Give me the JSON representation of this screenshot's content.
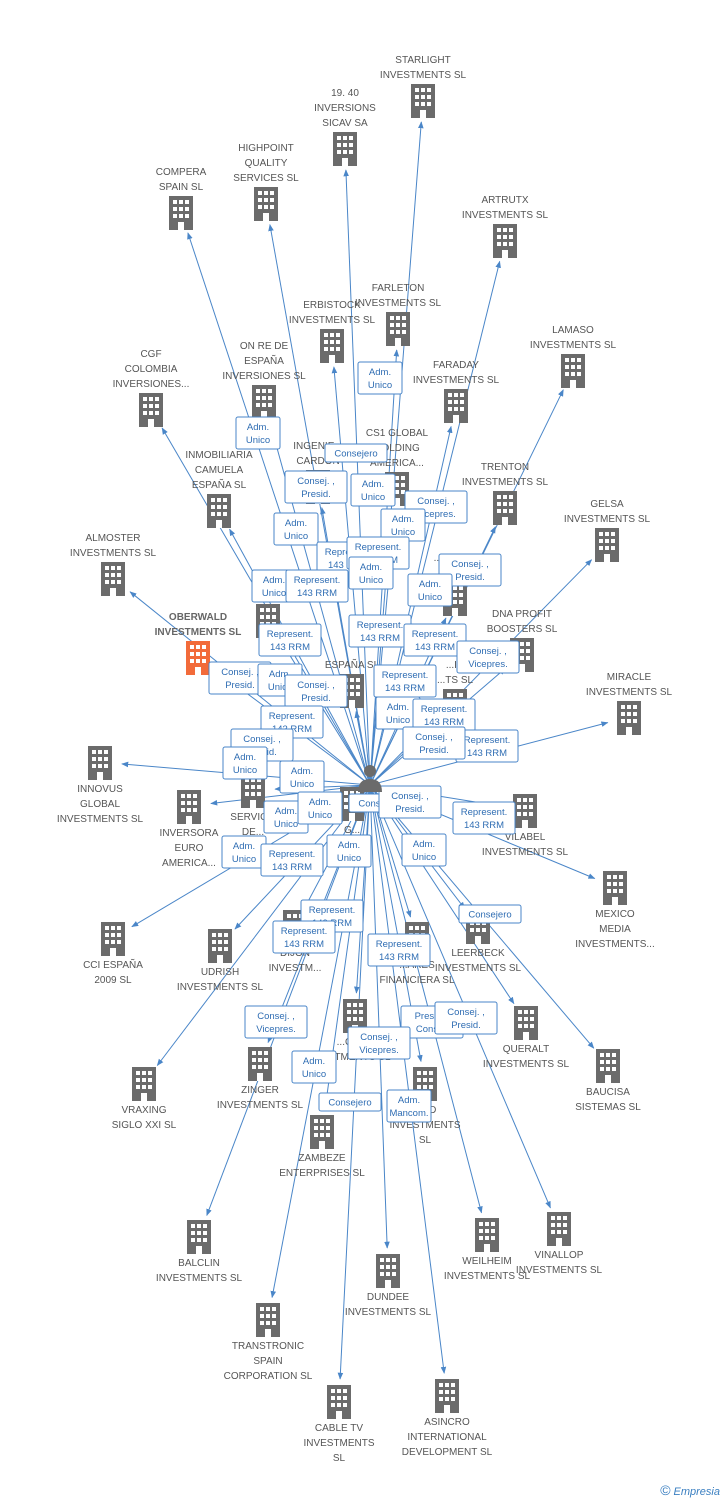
{
  "colors": {
    "edge": "#4a86c8",
    "building": "#6b6b6b",
    "building_focus": "#f26b3a",
    "person": "#6b6b6b"
  },
  "brand": {
    "copyright_symbol": "©",
    "name": "Empresia"
  },
  "center_person": {
    "icon": "person-icon"
  },
  "companies": [
    {
      "id": "starlight",
      "lines": [
        "STARLIGHT",
        "INVESTMENTS SL"
      ]
    },
    {
      "id": "inversions1940",
      "lines": [
        "19. 40",
        "INVERSIONS",
        "SICAV SA"
      ]
    },
    {
      "id": "highpoint",
      "lines": [
        "HIGHPOINT",
        "QUALITY",
        "SERVICES SL"
      ]
    },
    {
      "id": "compera",
      "lines": [
        "COMPERA",
        "SPAIN SL"
      ]
    },
    {
      "id": "artrutx",
      "lines": [
        "ARTRUTX",
        "INVESTMENTS SL"
      ]
    },
    {
      "id": "farleton",
      "lines": [
        "FARLETON",
        "INVESTMENTS SL"
      ]
    },
    {
      "id": "erbistock",
      "lines": [
        "ERBISTOCK",
        "INVESTMENTS SL"
      ]
    },
    {
      "id": "lamaso",
      "lines": [
        "LAMASO",
        "INVESTMENTS SL"
      ]
    },
    {
      "id": "cgf",
      "lines": [
        "CGF",
        "COLOMBIA",
        "INVERSIONES..."
      ]
    },
    {
      "id": "onre",
      "lines": [
        "ON RE DE",
        "ESPAÑA",
        "INVERSIONES SL"
      ]
    },
    {
      "id": "faraday",
      "lines": [
        "FARADAY",
        "INVESTMENTS SL"
      ]
    },
    {
      "id": "inmobiliaria",
      "lines": [
        "INMOBILIARIA",
        "CAMUELA",
        "ESPAÑA  SL"
      ]
    },
    {
      "id": "ingenieria",
      "lines": [
        "INGENIE...",
        "CARDON"
      ]
    },
    {
      "id": "cs1",
      "lines": [
        "CS1 GLOBAL",
        "HOLDING",
        "AMERICA..."
      ]
    },
    {
      "id": "trenton",
      "lines": [
        "TRENTON",
        "INVESTMENTS SL"
      ]
    },
    {
      "id": "gelsa",
      "lines": [
        "GELSA",
        "INVESTMENTS SL"
      ]
    },
    {
      "id": "almoster",
      "lines": [
        "ALMOSTER",
        "INVESTMENTS SL"
      ]
    },
    {
      "id": "oberwald",
      "lines": [
        "OBERWALD",
        "INVESTMENTS SL"
      ]
    },
    {
      "id": "sumy",
      "lines": [
        "SUMY",
        "IN..."
      ]
    },
    {
      "id": "carlton",
      "lines": [
        "...ARLON",
        "...ESTM..."
      ]
    },
    {
      "id": "dnaprofit",
      "lines": [
        "DNA PROFIT",
        "BOOSTERS SL"
      ]
    },
    {
      "id": "miracle",
      "lines": [
        "MIRACLE",
        "INVESTMENTS SL"
      ]
    },
    {
      "id": "espana",
      "lines": [
        "ESPAÑA SL"
      ]
    },
    {
      "id": "ic",
      "lines": [
        "...IC",
        "...TS SL"
      ]
    },
    {
      "id": "innovus",
      "lines": [
        "INNOVUS",
        "GLOBAL",
        "INVESTMENTS SL"
      ]
    },
    {
      "id": "inversora",
      "lines": [
        "INVERSORA",
        "EURO",
        "AMERICA..."
      ]
    },
    {
      "id": "servic",
      "lines": [
        "SERVIC...",
        "DE..."
      ]
    },
    {
      "id": "g",
      "lines": [
        "G...",
        "G..."
      ]
    },
    {
      "id": "vilabel",
      "lines": [
        "VILABEL",
        "INVESTMENTS SL"
      ]
    },
    {
      "id": "mexico",
      "lines": [
        "MEXICO",
        "MEDIA",
        "INVESTMENTS..."
      ]
    },
    {
      "id": "cci",
      "lines": [
        "CCI ESPAÑA",
        "2009 SL"
      ]
    },
    {
      "id": "udrish",
      "lines": [
        "UDRISH",
        "INVESTMENTS SL"
      ]
    },
    {
      "id": "dijon",
      "lines": [
        "DIJON",
        "INVESTM..."
      ]
    },
    {
      "id": "leerbeck",
      "lines": [
        "LEERBECK",
        "INVESTMENTS SL"
      ]
    },
    {
      "id": "ares",
      "lines": [
        "...ARES",
        "FINANCIERA SL"
      ]
    },
    {
      "id": "queralt",
      "lines": [
        "QUERALT",
        "INVESTMENTS SL"
      ]
    },
    {
      "id": "baucisa",
      "lines": [
        "BAUCISA",
        "SISTEMAS SL"
      ]
    },
    {
      "id": "vraxing",
      "lines": [
        "VRAXING",
        "SIGLO XXI SL"
      ]
    },
    {
      "id": "zinger",
      "lines": [
        "ZINGER",
        "INVESTMENTS SL"
      ]
    },
    {
      "id": "olsen",
      "lines": [
        "...OLS...",
        "...STMENTS SL"
      ]
    },
    {
      "id": "aud",
      "lines": [
        "...UD",
        "INVESTMENTS",
        "SL"
      ]
    },
    {
      "id": "zambeze",
      "lines": [
        "ZAMBEZE",
        "ENTERPRISES SL"
      ]
    },
    {
      "id": "balclin",
      "lines": [
        "BALCLIN",
        "INVESTMENTS SL"
      ]
    },
    {
      "id": "weilheim",
      "lines": [
        "WEILHEIM",
        "INVESTMENTS SL"
      ]
    },
    {
      "id": "vinallop",
      "lines": [
        "VINALLOP",
        "INVESTMENTS SL"
      ]
    },
    {
      "id": "dundee",
      "lines": [
        "DUNDEE",
        "INVESTMENTS SL"
      ]
    },
    {
      "id": "transtronic",
      "lines": [
        "TRANSTRONIC",
        "SPAIN",
        "CORPORATION SL"
      ]
    },
    {
      "id": "cabletv",
      "lines": [
        "CABLE TV",
        "INVESTMENTS",
        "SL"
      ]
    },
    {
      "id": "asincro",
      "lines": [
        "ASINCRO",
        "INTERNATIONAL",
        "DEVELOPMENT SL"
      ]
    }
  ],
  "roles": [
    {
      "id": "r1",
      "lines": [
        "Adm.",
        "Unico"
      ]
    },
    {
      "id": "r2",
      "lines": [
        "Adm.",
        "Unico"
      ]
    },
    {
      "id": "r3",
      "lines": [
        "Consejero"
      ]
    },
    {
      "id": "r4",
      "lines": [
        "Consej. ,",
        "Presid."
      ]
    },
    {
      "id": "r5",
      "lines": [
        "Adm.",
        "Unico"
      ]
    },
    {
      "id": "r6",
      "lines": [
        "Consej. ,",
        "Vicepres."
      ]
    },
    {
      "id": "r7",
      "lines": [
        "Adm.",
        "Unico"
      ]
    },
    {
      "id": "r8",
      "lines": [
        "Adm.",
        "Unico"
      ]
    },
    {
      "id": "r9",
      "lines": [
        "Represent.",
        "143 RRM"
      ]
    },
    {
      "id": "r10",
      "lines": [
        "Represent.",
        "143 RRM"
      ]
    },
    {
      "id": "r11",
      "lines": [
        "Consej. ,",
        "Presid."
      ]
    },
    {
      "id": "r12",
      "lines": [
        "Adm.",
        "Unico"
      ]
    },
    {
      "id": "r13",
      "lines": [
        "Adm.",
        "Unico"
      ]
    },
    {
      "id": "r14",
      "lines": [
        "Represent.",
        "143 RRM"
      ]
    },
    {
      "id": "r15",
      "lines": [
        "Adm.",
        "Unico"
      ]
    },
    {
      "id": "r16",
      "lines": [
        "Represent.",
        "143 RRM"
      ]
    },
    {
      "id": "r17",
      "lines": [
        "Represent.",
        "143 RRM"
      ]
    },
    {
      "id": "r18",
      "lines": [
        "Represent.",
        "143 RRM"
      ]
    },
    {
      "id": "r19",
      "lines": [
        "Consej. ,",
        "Vicepres."
      ]
    },
    {
      "id": "r20",
      "lines": [
        "Consej. ,",
        "Presid."
      ]
    },
    {
      "id": "r21",
      "lines": [
        "Adm.",
        "Unico"
      ]
    },
    {
      "id": "r22",
      "lines": [
        "Consej. ,",
        "Presid."
      ]
    },
    {
      "id": "r23",
      "lines": [
        "Represent.",
        "143 RRM"
      ]
    },
    {
      "id": "r24",
      "lines": [
        "Represent.",
        "143 RRM"
      ]
    },
    {
      "id": "r25",
      "lines": [
        "Adm.",
        "Unico"
      ]
    },
    {
      "id": "r26",
      "lines": [
        "Represent.",
        "143 RRM"
      ]
    },
    {
      "id": "r27",
      "lines": [
        "Consej. ,",
        "Presid."
      ]
    },
    {
      "id": "r28",
      "lines": [
        "Adm.",
        "Unico"
      ]
    },
    {
      "id": "r29",
      "lines": [
        "Represent.",
        "143 RRM"
      ]
    },
    {
      "id": "r30",
      "lines": [
        "Consej. ,",
        "Presid."
      ]
    },
    {
      "id": "r31",
      "lines": [
        "Adm.",
        "Unico"
      ]
    },
    {
      "id": "r32",
      "lines": [
        "Adm.",
        "Unico"
      ]
    },
    {
      "id": "r33",
      "lines": [
        "Adm.",
        "Unico"
      ]
    },
    {
      "id": "r34",
      "lines": [
        "Consejero"
      ]
    },
    {
      "id": "r35",
      "lines": [
        "Consej. ,",
        "Presid."
      ]
    },
    {
      "id": "r36",
      "lines": [
        "Represent.",
        "143 RRM"
      ]
    },
    {
      "id": "r37",
      "lines": [
        "Adm.",
        "Unico"
      ]
    },
    {
      "id": "r38",
      "lines": [
        "Represent.",
        "143 RRM"
      ]
    },
    {
      "id": "r39",
      "lines": [
        "Adm.",
        "Unico"
      ]
    },
    {
      "id": "r40",
      "lines": [
        "Adm.",
        "Unico"
      ]
    },
    {
      "id": "r41",
      "lines": [
        "Consejero"
      ]
    },
    {
      "id": "r42",
      "lines": [
        "Represent.",
        "143 RRM"
      ]
    },
    {
      "id": "r43",
      "lines": [
        "Represent.",
        "143 RRM"
      ]
    },
    {
      "id": "r44",
      "lines": [
        "Represent.",
        "143 RRM"
      ]
    },
    {
      "id": "r45",
      "lines": [
        "Consej. ,",
        "Vicepres."
      ]
    },
    {
      "id": "r46",
      "lines": [
        "Presid. ,",
        "Consej."
      ]
    },
    {
      "id": "r47",
      "lines": [
        "Consej. ,",
        "Vicepres."
      ]
    },
    {
      "id": "r48",
      "lines": [
        "Consej. ,",
        "Presid."
      ]
    },
    {
      "id": "r49",
      "lines": [
        "Adm.",
        "Unico"
      ]
    },
    {
      "id": "r50",
      "lines": [
        "Consejero"
      ]
    },
    {
      "id": "r51",
      "lines": [
        "Adm.",
        "Mancom."
      ]
    }
  ]
}
